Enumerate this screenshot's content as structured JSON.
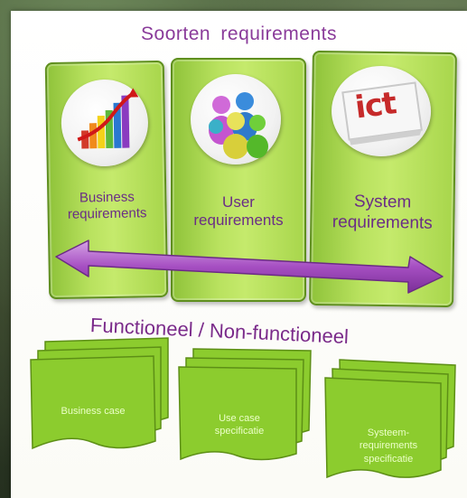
{
  "title": "Soorten  requirements",
  "cards": [
    {
      "label": "Business requirements",
      "icon": "bar-chart-icon"
    },
    {
      "label": "User requirements",
      "icon": "people-icon"
    },
    {
      "label": "System requirements",
      "icon": "ict-icon",
      "icon_text": "ict"
    }
  ],
  "subtitle": "Functioneel / Non-functioneel",
  "documents": [
    {
      "label": "Business case"
    },
    {
      "label": "Use case specificatie"
    },
    {
      "label": "Systeem-requirements specificatie"
    }
  ],
  "colors": {
    "card_green": "#b9e25f",
    "doc_green": "#8ccc2e",
    "purple": "#8a3b9a",
    "arrow_purple": "#a64fc2"
  }
}
